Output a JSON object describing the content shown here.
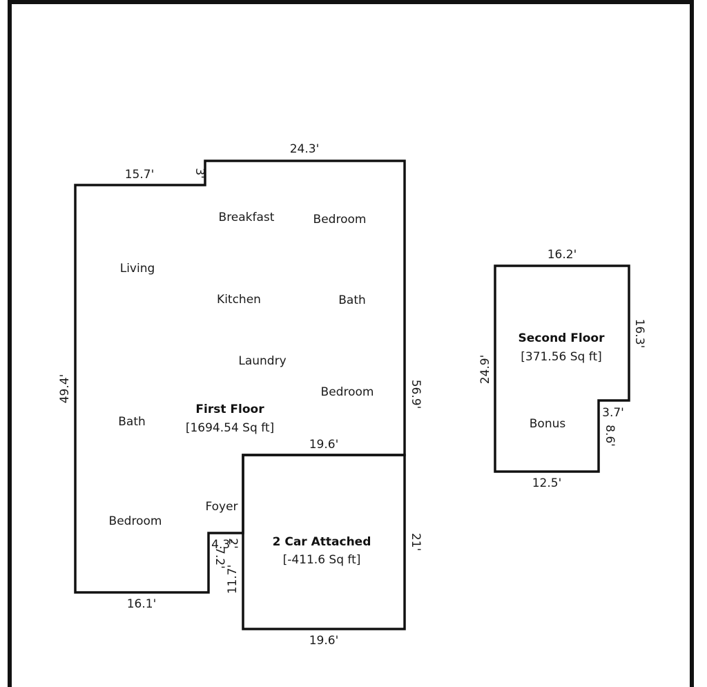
{
  "first_floor": {
    "title": "First Floor",
    "area": "[1694.54 Sq ft]",
    "rooms": {
      "breakfast": "Breakfast",
      "bedroom_top": "Bedroom",
      "living": "Living",
      "kitchen": "Kitchen",
      "bath_right": "Bath",
      "laundry": "Laundry",
      "bedroom_middle": "Bedroom",
      "bath_left": "Bath",
      "foyer": "Foyer",
      "bedroom_bottom": "Bedroom"
    },
    "dimensions": {
      "top": "24.3'",
      "top_left": "15.7'",
      "step": "3'",
      "left": "49.4'",
      "right": "56.9'",
      "bottom_left": "16.1'",
      "notch_width": "4.3'",
      "notch_height": "7.2'",
      "notch_small": "2'",
      "inner_left": "11.7'"
    }
  },
  "garage": {
    "title": "2 Car Attached",
    "area": "[-411.6 Sq ft]",
    "dimensions": {
      "top": "19.6'",
      "right": "21'",
      "bottom": "19.6'"
    }
  },
  "second_floor": {
    "title": "Second Floor",
    "area": "[371.56 Sq ft]",
    "rooms": {
      "bonus": "Bonus"
    },
    "dimensions": {
      "top": "16.2'",
      "right": "16.3'",
      "left": "24.9'",
      "notch_width": "3.7'",
      "notch_height": "8.6'",
      "bottom": "12.5'"
    }
  }
}
